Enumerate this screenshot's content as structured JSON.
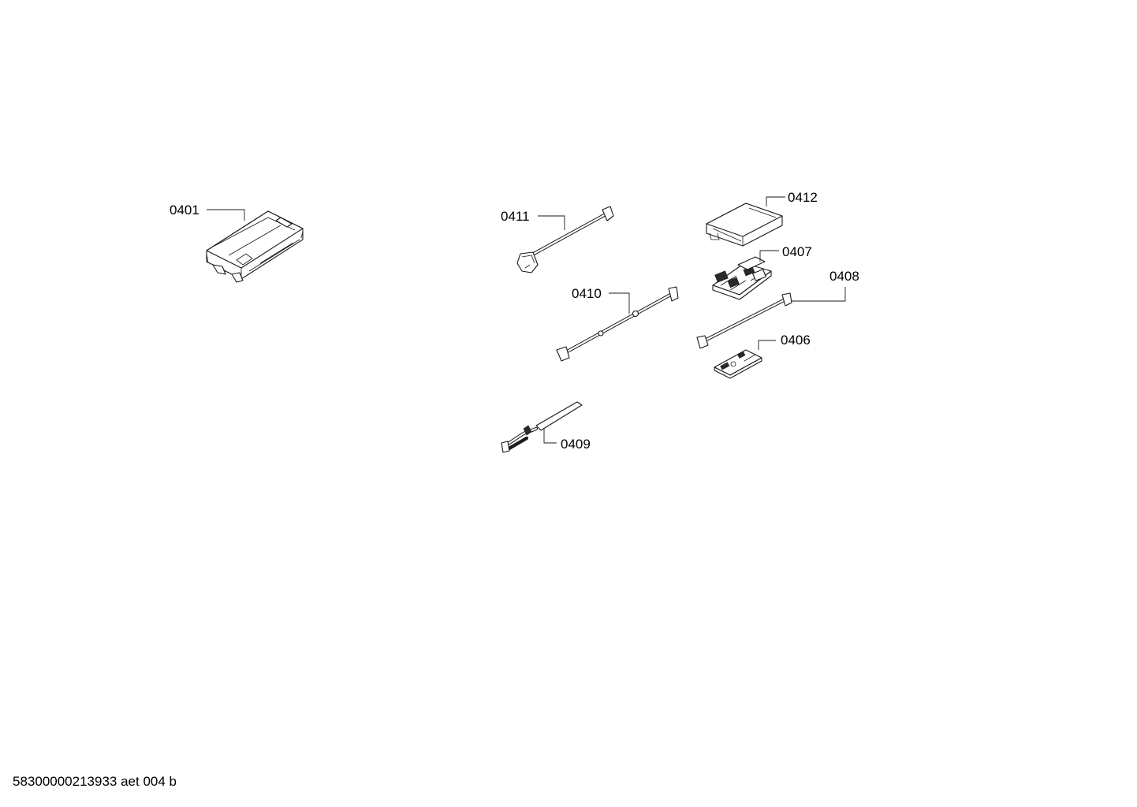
{
  "parts": [
    {
      "id": "p0401",
      "label": "0401",
      "icon": "power-module-icon"
    },
    {
      "id": "p0411",
      "label": "0411",
      "icon": "cable-harness-icon"
    },
    {
      "id": "p0412",
      "label": "0412",
      "icon": "module-box-icon"
    },
    {
      "id": "p0407",
      "label": "0407",
      "icon": "circuit-board-icon"
    },
    {
      "id": "p0408",
      "label": "0408",
      "icon": "cable-harness-icon"
    },
    {
      "id": "p0410",
      "label": "0410",
      "icon": "cable-harness-icon"
    },
    {
      "id": "p0406",
      "label": "0406",
      "icon": "circuit-board-icon"
    },
    {
      "id": "p0409",
      "label": "0409",
      "icon": "sensor-cable-icon"
    }
  ],
  "document_id": "58300000213933 aet 004 b"
}
